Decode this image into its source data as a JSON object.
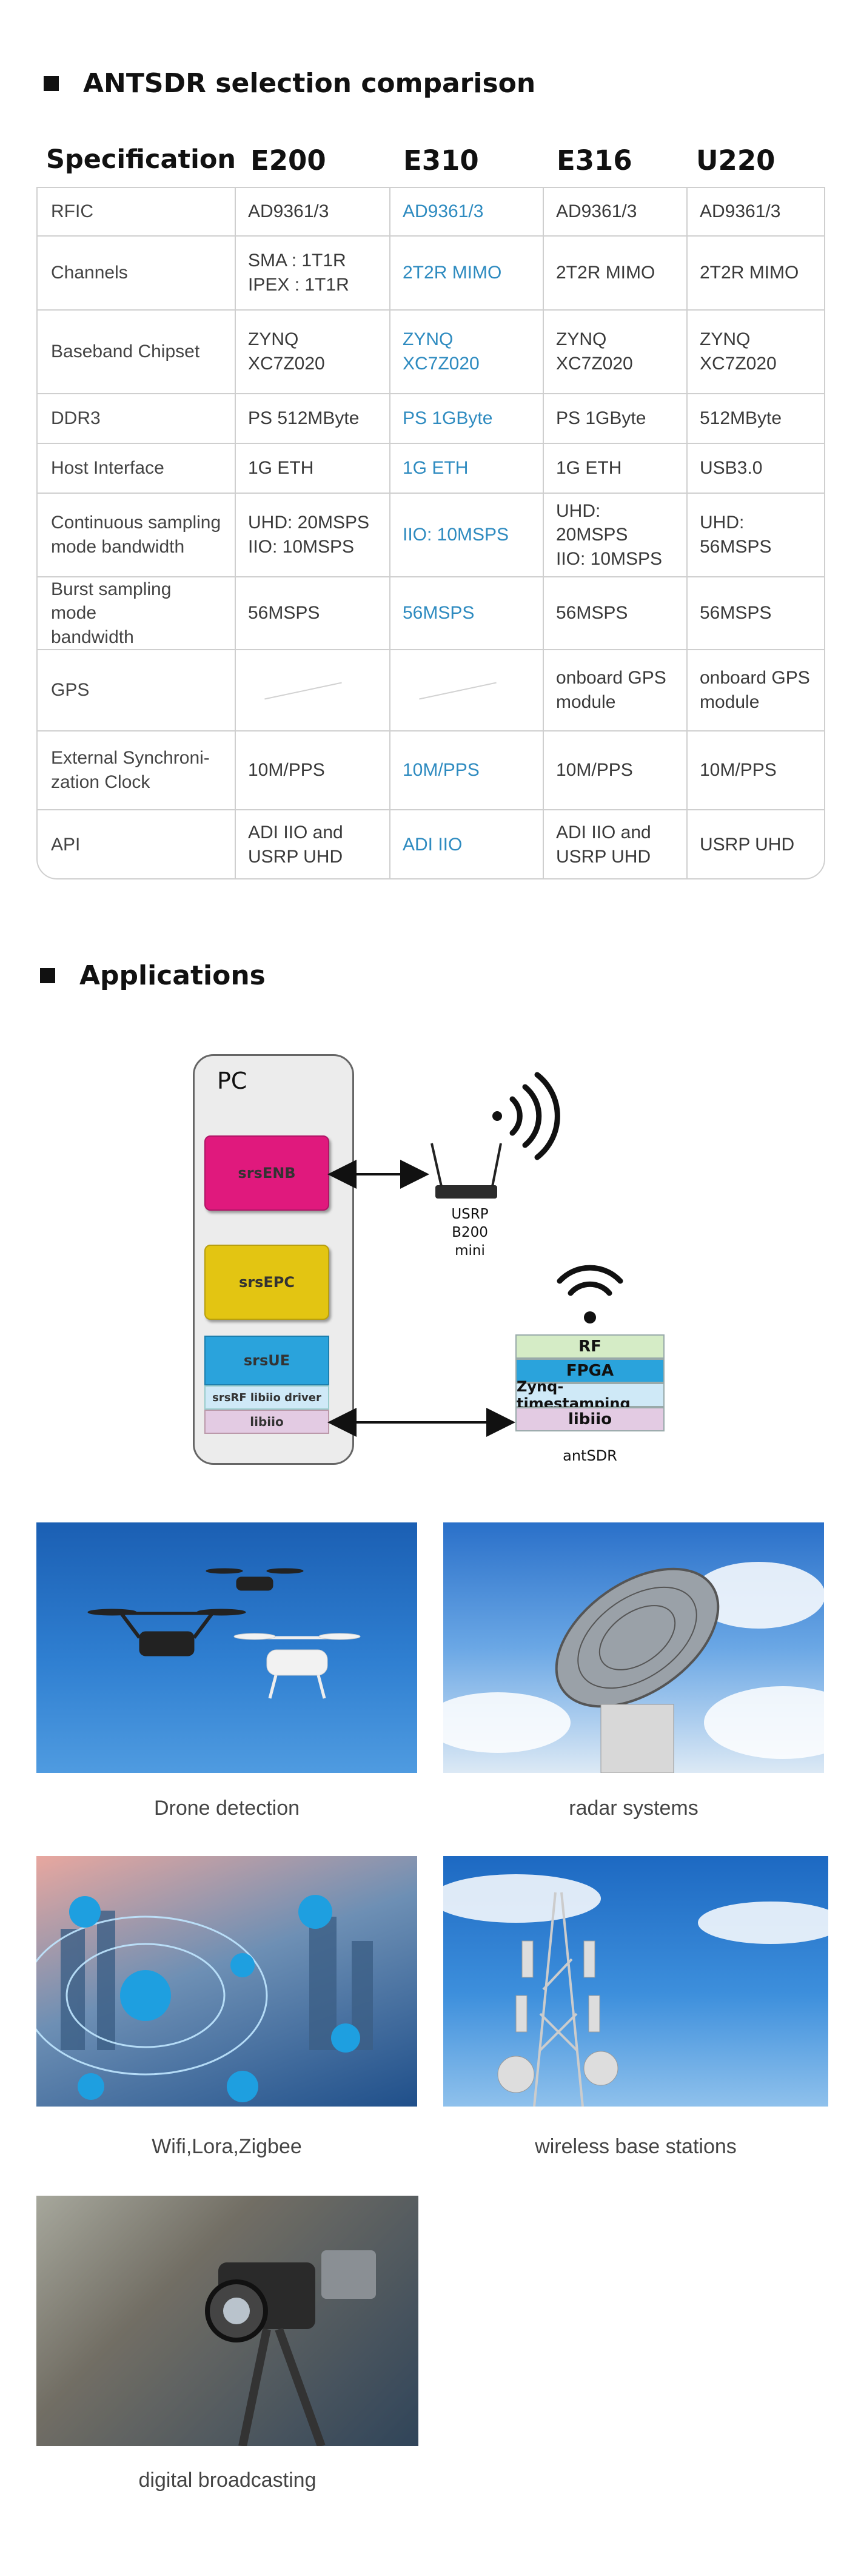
{
  "sections": {
    "comparison_title": "ANTSDR selection comparison",
    "applications_title": "Applications"
  },
  "table": {
    "headers": [
      "Specification",
      "E200",
      "E310",
      "E316",
      "U220"
    ],
    "rows": [
      {
        "label": "RFIC",
        "cells": [
          "AD9361/3",
          "AD9361/3",
          "AD9361/3",
          "AD9361/3"
        ]
      },
      {
        "label": "Channels",
        "cells": [
          "SMA : 1T1R\nIPEX : 1T1R",
          "2T2R MIMO",
          "2T2R MIMO",
          "2T2R MIMO"
        ]
      },
      {
        "label": "Baseband Chipset",
        "cells": [
          "ZYNQ XC7Z020",
          "ZYNQ XC7Z020",
          "ZYNQ XC7Z020",
          "ZYNQ XC7Z020"
        ]
      },
      {
        "label": "DDR3",
        "cells": [
          "PS 512MByte",
          "PS 1GByte",
          "PS 1GByte",
          "512MByte"
        ]
      },
      {
        "label": "Host Interface",
        "cells": [
          "1G ETH",
          "1G ETH",
          "1G ETH",
          "USB3.0"
        ]
      },
      {
        "label": "Continuous sampling\nmode bandwidth",
        "cells": [
          "UHD: 20MSPS\nIIO: 10MSPS",
          "IIO: 10MSPS",
          "UHD: 20MSPS\nIIO: 10MSPS",
          "UHD: 56MSPS"
        ]
      },
      {
        "label": "Burst  sampling mode\nbandwidth",
        "cells": [
          "56MSPS",
          "56MSPS",
          "56MSPS",
          "56MSPS"
        ]
      },
      {
        "label": "GPS",
        "cells": [
          "",
          "",
          "onboard GPS\n module",
          "onboard GPS\n module"
        ]
      },
      {
        "label": "External  Synchroni-\nzation Clock",
        "cells": [
          "10M/PPS",
          "10M/PPS",
          "10M/PPS",
          "10M/PPS"
        ]
      },
      {
        "label": "API",
        "cells": [
          "ADI IIO and\nUSRP UHD",
          "ADI IIO",
          "ADI IIO and\nUSRP UHD",
          "USRP UHD"
        ]
      }
    ]
  },
  "diagram": {
    "pc_label": "PC",
    "srsenb": "srsENB",
    "srsepc": "srsEPC",
    "srsue": "srsUE",
    "srsrf": "srsRF libiio driver",
    "libiio_pc": "libiio",
    "usrp_line1": "USRP",
    "usrp_line2": "B200 mini",
    "rf": "RF",
    "fpga": "FPGA",
    "zynq": "Zynq-timestamping",
    "libiio_ant": "libiio",
    "antsdr": "antSDR",
    "colors": {
      "srsenb": "#e0197d",
      "srsepc": "#e3c512",
      "srsue": "#2aa3dc",
      "rf": "#d5ecc6",
      "fpga": "#2aa3dc"
    }
  },
  "applications": [
    {
      "caption": "Drone detection",
      "icon": "drone-photo"
    },
    {
      "caption": "radar systems",
      "icon": "radar-dish-photo"
    },
    {
      "caption": "Wifi,Lora,Zigbee",
      "icon": "smart-city-photo"
    },
    {
      "caption": "wireless base stations",
      "icon": "cell-tower-photo"
    },
    {
      "caption": "digital broadcasting",
      "icon": "broadcast-camera-photo"
    }
  ]
}
